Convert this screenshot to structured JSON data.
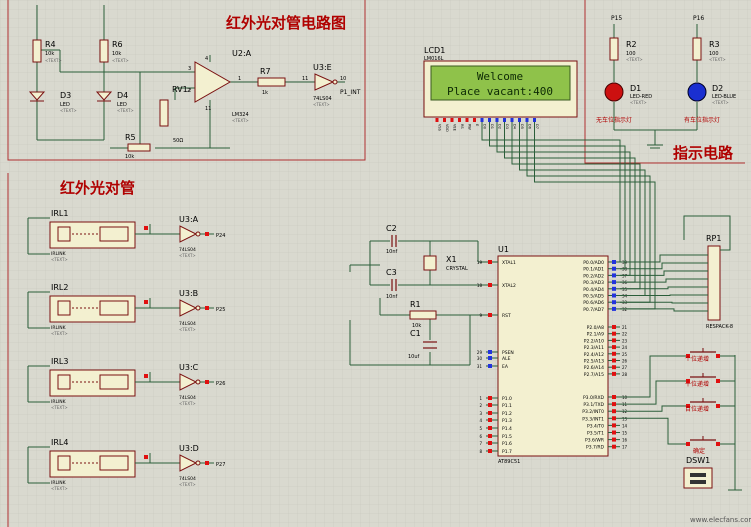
{
  "colors": {
    "background": "#d9d9cf",
    "grid": "#c6c6bc",
    "wire": "#2b5e3a",
    "component": "#7a1010",
    "body_fill": "#f3f0d0",
    "border": "#b03030",
    "title_text": "#b00000",
    "lcd_bg": "#8fc24a",
    "lcd_text": "#0d2a05",
    "pin_red": "#e01010",
    "pin_blue": "#2233dd",
    "led_red": "#cc1010",
    "led_blue": "#1a2fd0"
  },
  "sections": {
    "top_left_title": "红外光对管电路图",
    "left_title": "红外光对管",
    "indicator_title": "指示电路"
  },
  "labels": {
    "r4": "R4",
    "r4_val": "10k",
    "r6": "R6",
    "r6_val": "10k",
    "d3": "D3",
    "d3_type": "LED",
    "d4": "D4",
    "d4_type": "LED",
    "rv1": "RV1",
    "rv1_pin": "2",
    "r5": "R5",
    "r5_val": "10k",
    "r5_pot": "50Ω",
    "u2a": "U2:A",
    "u2_type": "LM324",
    "u2_pin_plus": "3",
    "u2_pin_minus": "2",
    "u2_pin_out": "1",
    "u2_pin_v": "4",
    "u2_pin_g": "11",
    "r7": "R7",
    "r7_val": "1k",
    "u3e": "U3:E",
    "u3e_type": "74LS04",
    "u3e_in": "11",
    "u3e_out": "10",
    "p1_int": "P1_INT",
    "lcd1": "LCD1",
    "lcd_type": "LM016L",
    "lcd_line1": "Welcome",
    "lcd_line2": "Place vacant:400",
    "r2": "R2",
    "r2_val": "100",
    "r3": "R3",
    "r3_val": "100",
    "d1": "D1",
    "d1_type": "LED-RED",
    "d2": "D2",
    "d2_type": "LED-BLUE",
    "d1_note": "无车位指示灯",
    "d2_note": "有车位指示灯",
    "p15": "P15",
    "p16": "P16",
    "irl1": "IRL1",
    "irl2": "IRL2",
    "irl3": "IRL3",
    "irl4": "IRL4",
    "irlink": "IRLINK",
    "u3a": "U3:A",
    "u3b": "U3:B",
    "u3c": "U3:C",
    "u3d": "U3:D",
    "ls04": "74LS04",
    "p24": "P24",
    "p25": "P25",
    "p26": "P26",
    "p27": "P27",
    "c2": "C2",
    "c2_val": "10nf",
    "c3": "C3",
    "c3_val": "10nf",
    "x1": "X1",
    "x1_type": "CRYSTAL",
    "r1": "R1",
    "r1_val": "10k",
    "c1": "C1",
    "c1_val": "10uf",
    "u1": "U1",
    "u1_type": "AT89C51",
    "rp1": "RP1",
    "rp1_type": "RESPACK-8",
    "key1": "个位递增",
    "key2": "十位递增",
    "key3": "百位递增",
    "confirm": "确定",
    "dsw1": "DSW1",
    "text_ph": "<TEXT>",
    "watermark": "www.elecfans.com"
  },
  "u1_pins_left": [
    {
      "num": "19",
      "name": "XTAL1"
    },
    {
      "num": "18",
      "name": "XTAL2"
    },
    {
      "num": "9",
      "name": "RST"
    },
    {
      "num": "29",
      "name": "PSEN"
    },
    {
      "num": "30",
      "name": "ALE"
    },
    {
      "num": "31",
      "name": "EA"
    },
    {
      "num": "1",
      "name": "P1.0"
    },
    {
      "num": "2",
      "name": "P1.1"
    },
    {
      "num": "3",
      "name": "P1.2"
    },
    {
      "num": "4",
      "name": "P1.3"
    },
    {
      "num": "5",
      "name": "P1.4"
    },
    {
      "num": "6",
      "name": "P1.5"
    },
    {
      "num": "7",
      "name": "P1.6"
    },
    {
      "num": "8",
      "name": "P1.7"
    }
  ],
  "u1_pins_right": [
    {
      "num": "39",
      "name": "P0.0/AD0"
    },
    {
      "num": "38",
      "name": "P0.1/AD1"
    },
    {
      "num": "37",
      "name": "P0.2/AD2"
    },
    {
      "num": "36",
      "name": "P0.3/AD3"
    },
    {
      "num": "35",
      "name": "P0.4/AD4"
    },
    {
      "num": "34",
      "name": "P0.5/AD5"
    },
    {
      "num": "33",
      "name": "P0.6/AD6"
    },
    {
      "num": "32",
      "name": "P0.7/AD7"
    },
    {
      "num": "21",
      "name": "P2.0/A8"
    },
    {
      "num": "22",
      "name": "P2.1/A9"
    },
    {
      "num": "23",
      "name": "P2.2/A10"
    },
    {
      "num": "24",
      "name": "P2.3/A11"
    },
    {
      "num": "25",
      "name": "P2.4/A12"
    },
    {
      "num": "26",
      "name": "P2.5/A13"
    },
    {
      "num": "27",
      "name": "P2.6/A14"
    },
    {
      "num": "28",
      "name": "P2.7/A15"
    },
    {
      "num": "10",
      "name": "P3.0/RXD"
    },
    {
      "num": "11",
      "name": "P3.1/TXD"
    },
    {
      "num": "12",
      "name": "P3.2/INT0"
    },
    {
      "num": "13",
      "name": "P3.3/INT1"
    },
    {
      "num": "14",
      "name": "P3.4/T0"
    },
    {
      "num": "15",
      "name": "P3.5/T1"
    },
    {
      "num": "16",
      "name": "P3.6/WR"
    },
    {
      "num": "17",
      "name": "P3.7/RD"
    }
  ],
  "lcd_pins": [
    "VSS",
    "VDD",
    "VEE",
    "RS",
    "RW",
    "E",
    "D0",
    "D1",
    "D2",
    "D3",
    "D4",
    "D5",
    "D6",
    "D7"
  ]
}
